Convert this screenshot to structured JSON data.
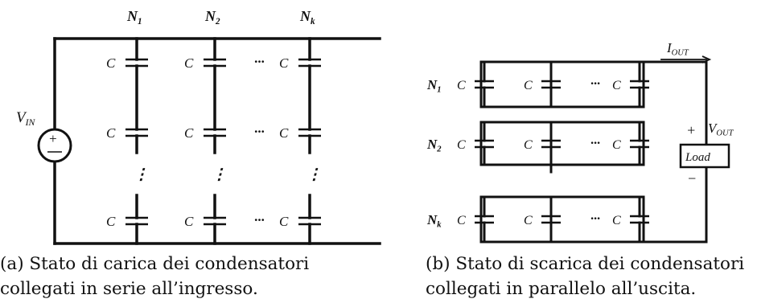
{
  "diagram_a": {
    "columns": [
      "N",
      "N",
      "N"
    ],
    "column_subscripts": [
      "1",
      "2",
      "k"
    ],
    "source": "V",
    "source_sub": "IN",
    "capacitor": "C",
    "ellipsis": "···",
    "vdots": "⋮"
  },
  "diagram_b": {
    "rows": [
      "N",
      "N",
      "N"
    ],
    "row_subscripts": [
      "1",
      "2",
      "k"
    ],
    "capacitor": "C",
    "ellipsis": "···",
    "current": "I",
    "current_sub": "OUT",
    "voltage": "V",
    "voltage_sub": "OUT",
    "plus": "+",
    "minus": "−",
    "load": "Load"
  },
  "captions": {
    "a_line1": "(a) Stato di carica dei condensatori",
    "a_line2": "collegati in serie all’ingresso.",
    "b_line1": "(b) Stato di scarica dei condensatori",
    "b_line2": "collegati in parallelo all’uscita."
  }
}
